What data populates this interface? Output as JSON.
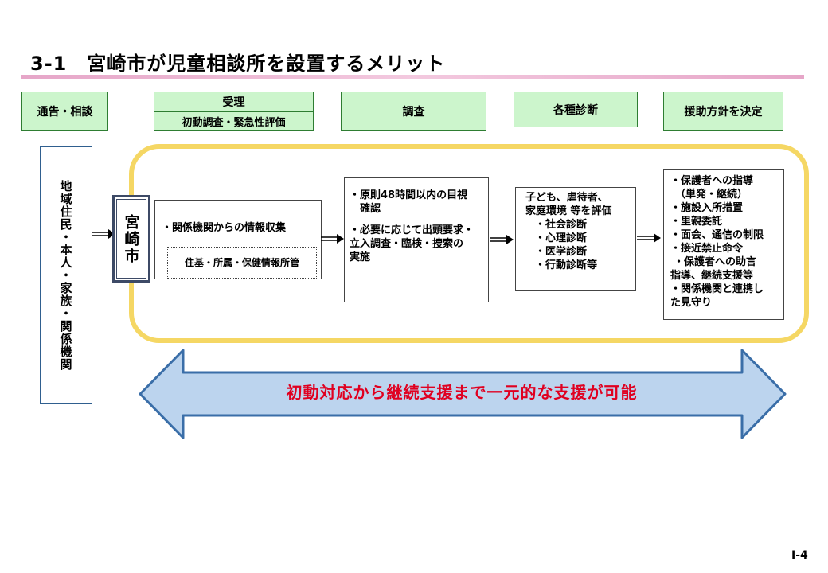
{
  "title": "3-1　宮崎市が児童相談所を設置するメリット",
  "stages": {
    "s1": "通告・相談",
    "s2_top": "受理",
    "s2_bottom": "初動調査・緊急性評価",
    "s3": "調査",
    "s4": "各種診断",
    "s5": "援助方針を決定"
  },
  "parties": "地域住民・本人・家族・関係機関",
  "city": "宮崎市",
  "box1": {
    "lead": "・関係機関からの情報収集",
    "inner": "住基・所属・保健情報所管"
  },
  "box2": {
    "l1a": "・原則48時間以内の目視",
    "l1b": "　確認",
    "l2a": "・必要に応じて出頭要求・",
    "l2b": "立入調査・臨検・捜索の",
    "l2c": "実施"
  },
  "box3": {
    "l1": "子ども、虐待者、",
    "l2": "家庭環境 等を評価",
    "items": [
      "・社会診断",
      "・心理診断",
      "・医学診断",
      "・行動診断等"
    ]
  },
  "box4": {
    "lines": [
      "・保護者への指導",
      "（単発・継続）",
      "・施設入所措置",
      "・里親委託",
      "・面会、通信の制限",
      "・接近禁止命令",
      "・保護者への助言",
      "指導、継続支援等",
      "・関係機関と連携し",
      "た見守り"
    ]
  },
  "band": "初動対応から継続支援まで一元的な支援が可能",
  "page_number": "Ⅰ-4",
  "colors": {
    "stage_fill": "#ccf5cc",
    "frame": "#f5d764",
    "band_fill": "#bcd4ee",
    "band_text": "#e00020"
  }
}
